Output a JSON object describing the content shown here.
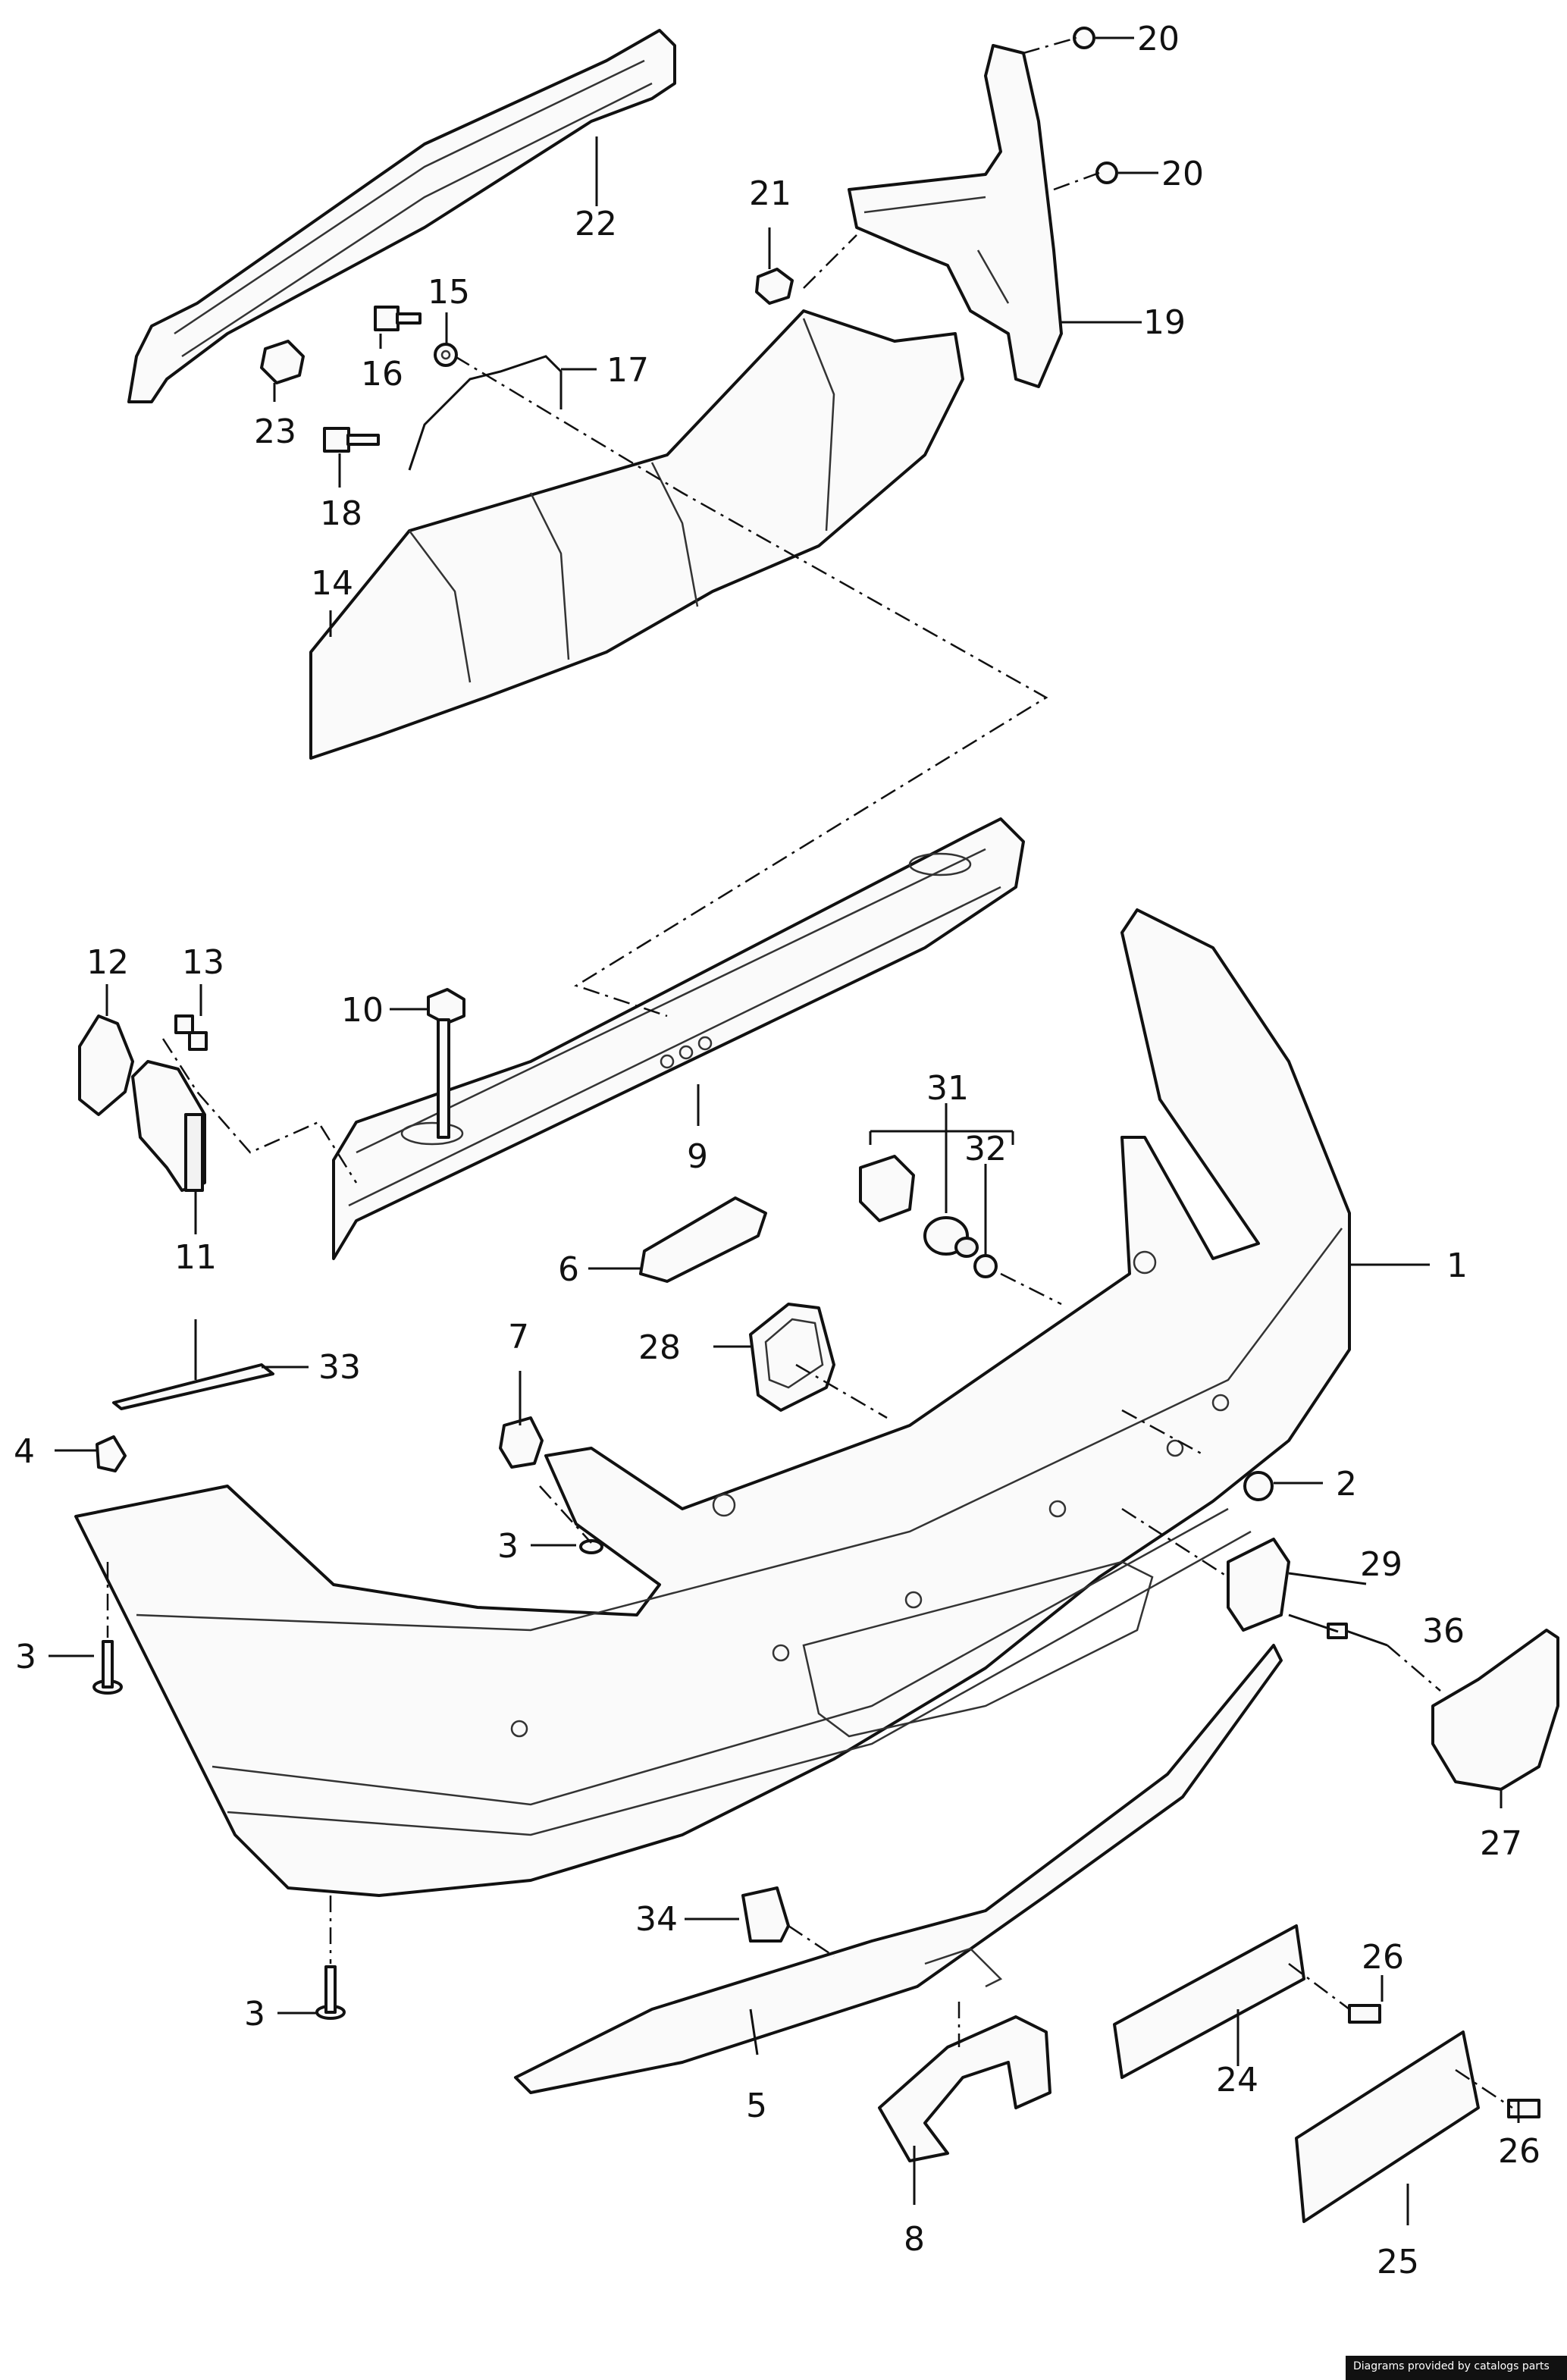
{
  "callouts": {
    "c1": "1",
    "c2": "2",
    "c3": "3",
    "c4": "4",
    "c5": "5",
    "c6": "6",
    "c7": "7",
    "c8": "8",
    "c9": "9",
    "c10": "10",
    "c11": "11",
    "c12": "12",
    "c13": "13",
    "c14": "14",
    "c15": "15",
    "c16": "16",
    "c17": "17",
    "c18": "18",
    "c19": "19",
    "c20": "20",
    "c21": "21",
    "c22": "22",
    "c23": "23",
    "c24": "24",
    "c25": "25",
    "c26": "26",
    "c27": "27",
    "c28": "28",
    "c29": "29",
    "c31": "31",
    "c32": "32",
    "c33": "33",
    "c34": "34",
    "c36": "36"
  },
  "footer": {
    "credit": "Diagrams provided by catalogs parts"
  }
}
